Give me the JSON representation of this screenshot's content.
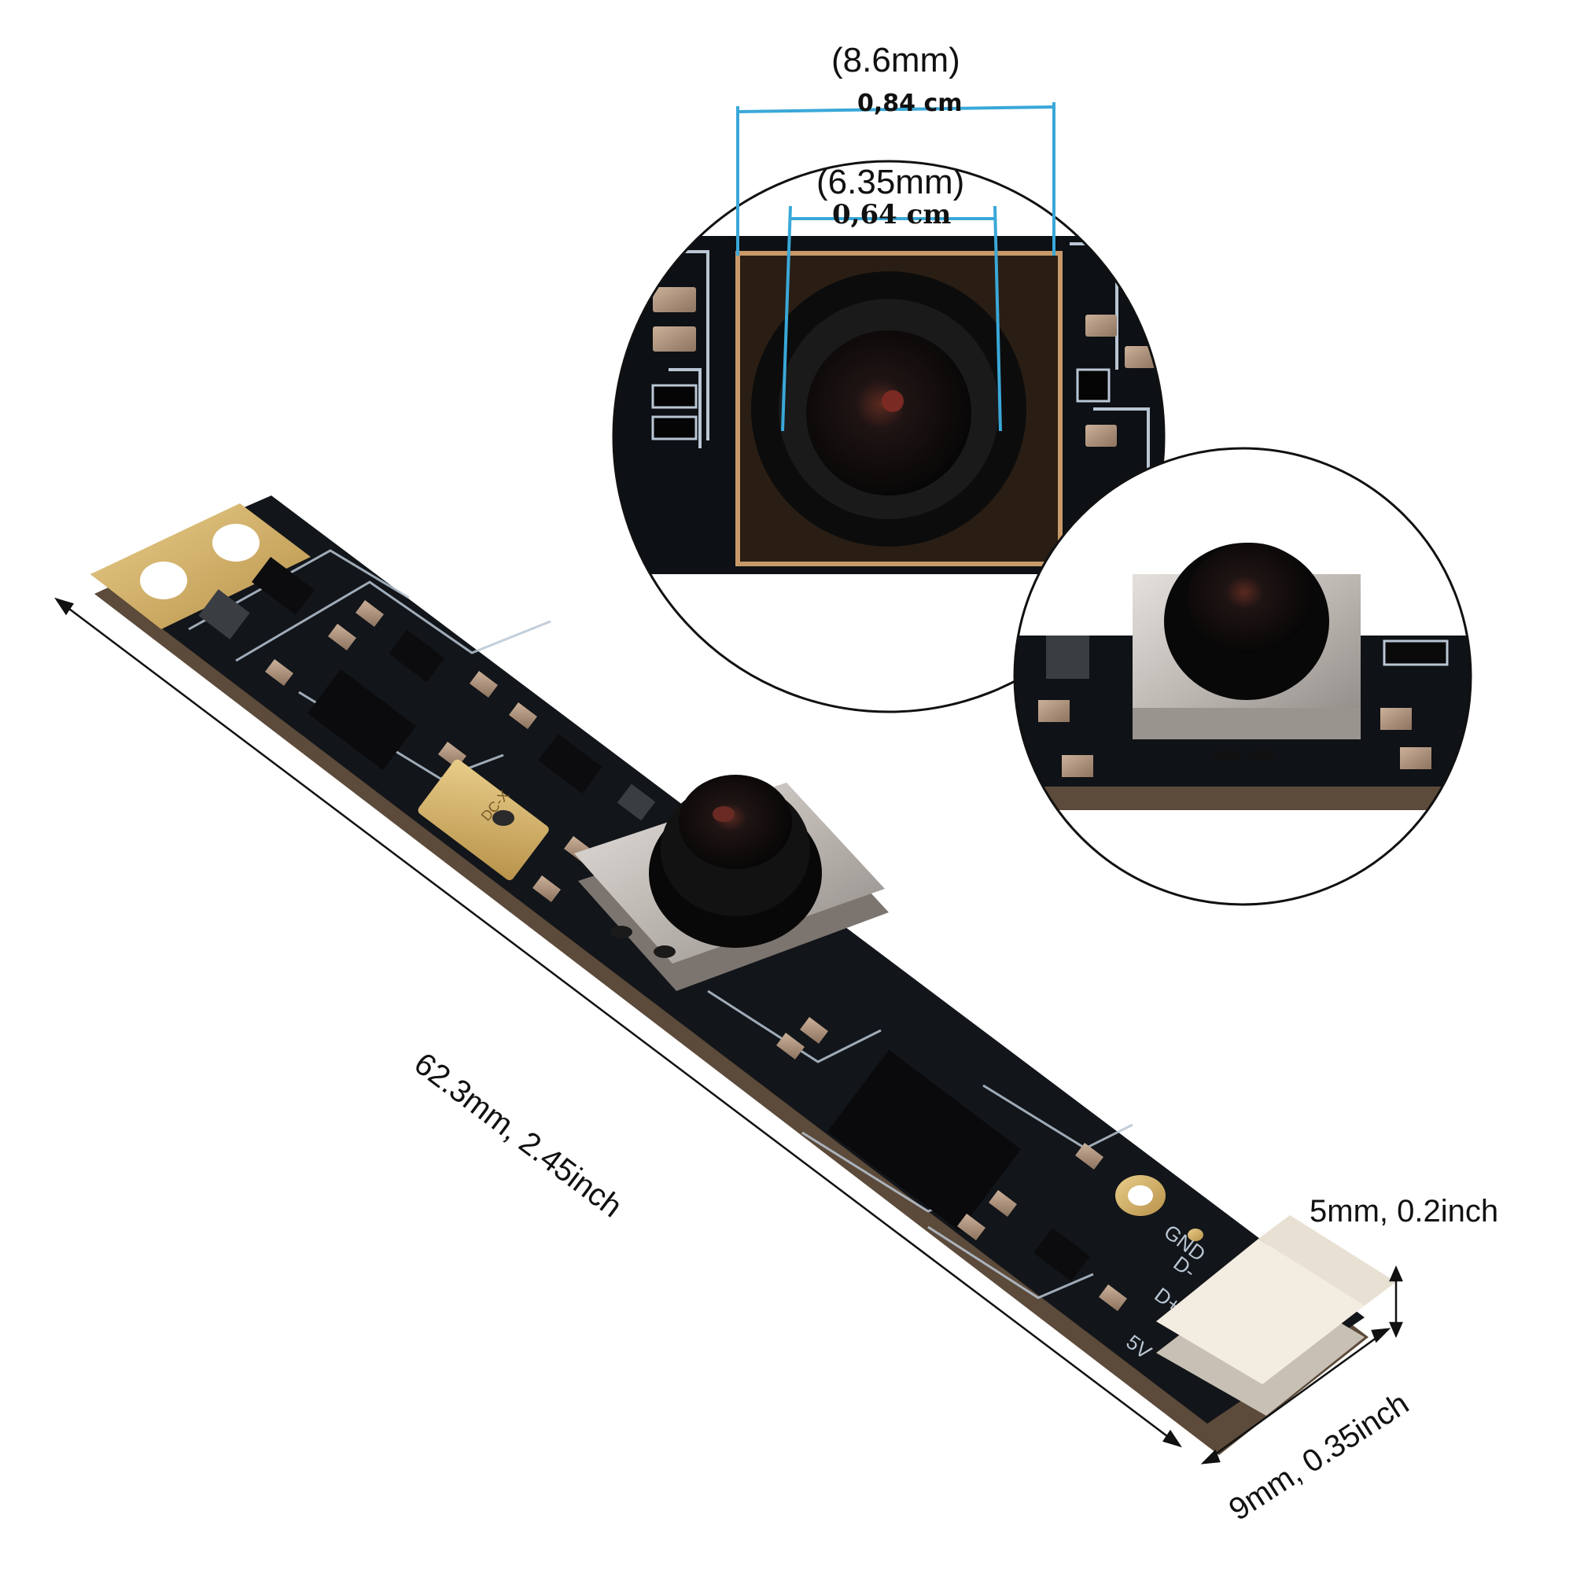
{
  "dimensions": {
    "board_length": "62.3mm, 2.45inch",
    "board_width": "9mm,  0.35inch",
    "connector_height": "5mm,  0.2inch",
    "lens_outer_mm": "(8.6mm)",
    "lens_outer_cm": "0,84 cm",
    "lens_inner_mm": "(6.35mm)",
    "lens_inner_cm": "0,64 cm"
  },
  "board_silkscreen": {
    "pins": [
      "5V",
      "D+",
      "D-",
      "GND"
    ],
    "mic_marking": "DC-X"
  },
  "colors": {
    "background": "#ffffff",
    "pcb": "#111418",
    "trace": "#b9c6d4",
    "gold": "#d6b46a",
    "steel": "#c9c4c0",
    "lens": "#0a0a0a",
    "dimension_line": "#3aa8d8",
    "connector": "#f3ece0"
  }
}
